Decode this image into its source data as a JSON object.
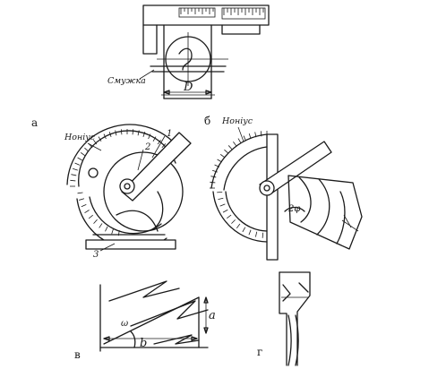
{
  "labels": {
    "top_strip": "Смужка",
    "top_dim": "D",
    "panel_a": "а",
    "panel_b": "б",
    "panel_v": "в",
    "panel_g": "г",
    "nonius_a": "Ноніус",
    "nonius_b": "Ноніус",
    "part_1": "1",
    "part_2": "2",
    "part_3": "3",
    "angle_2phi": "2φ",
    "dim_a": "a",
    "dim_b": "b",
    "angle_omega": "ω"
  }
}
